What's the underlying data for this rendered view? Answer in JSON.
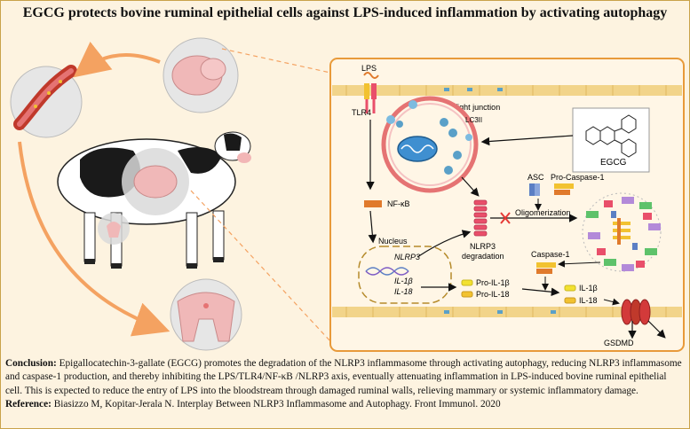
{
  "title": "EGCG protects bovine ruminal epithelial cells against LPS-induced inflammation by activating autophagy",
  "labels": {
    "lps": "LPS",
    "tlr4": "TLR4",
    "tight_junction": "Tight junction",
    "lc3ii": "LC3II",
    "egcg": "EGCG",
    "nfkb": "NF-κB",
    "asc": "ASC",
    "pro_caspase1": "Pro-Caspase-1",
    "oligomerization": "Oligomerization",
    "nucleus": "Nucleus",
    "nlrp3_gene": "NLRP3",
    "il1b_gene": "IL-1β",
    "il18_gene": "IL-18",
    "nlrp3": "NLRP3",
    "degradation": "degradation",
    "caspase1": "Caspase-1",
    "pro_il1b": "Pro-IL-1β",
    "pro_il18": "Pro-IL-18",
    "il1b": "IL-1β",
    "il18": "IL-18",
    "gsdmd": "GSDMD"
  },
  "conclusion": {
    "label": "Conclusion:",
    "text": "Epigallocatechin-3-gallate (EGCG) promotes the degradation of the NLRP3 inflammasome through activating autophagy, reducing NLRP3 inflammasome and caspase-1 production, and thereby inhibiting the LPS/TLR4/NF-κB /NLRP3 axis, eventually attenuating inflammation in LPS-induced bovine ruminal epithelial cell. This is expected to reduce the entry of LPS into the bloodstream through damaged ruminal walls, relieving mammary or systemic inflammatory damage."
  },
  "reference": {
    "label": "Reference:",
    "text": "Biasizzo M, Kopitar-Jerala N. Interplay Between NLRP3 Inflammasome and Autophagy. Front Immunol. 2020"
  },
  "colors": {
    "border": "#c9a24a",
    "background": "#fdf3e0",
    "cell_border": "#e89a3a",
    "membrane": "#f2d48a",
    "arrow": "#f4a261",
    "nfkb": "#e07a2c",
    "nlrp3": "#e94f6a",
    "asc": "#5b7fc4",
    "caspase": "#f2c230",
    "gsdmd": "#d33a3a",
    "blood_vessel": "#c0392b"
  }
}
